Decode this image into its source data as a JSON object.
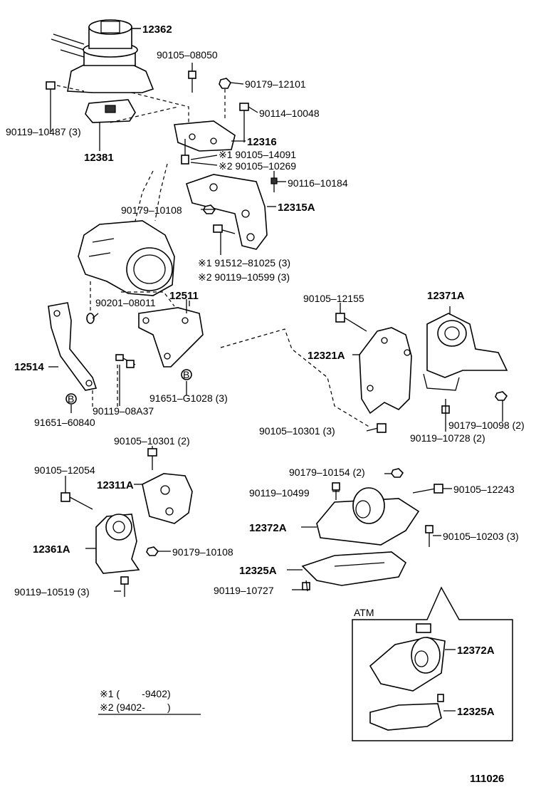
{
  "labels": {
    "p12362": "12362",
    "p90105_08050": "90105–08050",
    "p90179_12101": "90179–12101",
    "p90114_10048": "90114–10048",
    "p90119_10487": "90119–10487 (3)",
    "p12381": "12381",
    "p12316": "12316",
    "p90105_14091": "※1 90105–14091",
    "p90105_10269": "※2 90105–10269",
    "p90116_10184": "90116–10184",
    "p90179_10108a": "90179–10108",
    "p12315A": "12315A",
    "p91512_81025": "※1  91512–81025 (3)",
    "p90119_10599": "※2  90119–10599 (3)",
    "p90201_08011": "90201–08011",
    "p12511": "12511",
    "p90105_12155": "90105–12155",
    "p12371A": "12371A",
    "p12514": "12514",
    "p12321A": "12321A",
    "p90119_08A37": "90119–08A37",
    "p91651_G1028": "91651–G1028 (3)",
    "p91651_60840": "91651–60840",
    "p90105_10301a": "90105–10301 (3)",
    "p90179_10098": "90179–10098 (2)",
    "p90119_10728": "90119–10728 (2)",
    "p90105_10301b": "90105–10301 (2)",
    "p90105_12054": "90105–12054",
    "p12311A": "12311A",
    "p90179_10154": "90179–10154 (2)",
    "p90119_10499": "90119–10499",
    "p90105_12243": "90105–12243",
    "p12372A": "12372A",
    "p90105_10203": "90105–10203 (3)",
    "p12361A": "12361A",
    "p90179_10108b": "90179–10108",
    "p12325A": "12325A",
    "p90119_10727": "90119–10727",
    "p90119_10519": "90119–10519 (3)",
    "atm_title": "ATM",
    "atm_12372A": "12372A",
    "atm_12325A": "12325A",
    "b_marker_1": "B",
    "b_marker_2": "B",
    "legend_1": "※1 (        -9402)",
    "legend_2": "※2 (9402-        )",
    "figure_number": "111026"
  }
}
